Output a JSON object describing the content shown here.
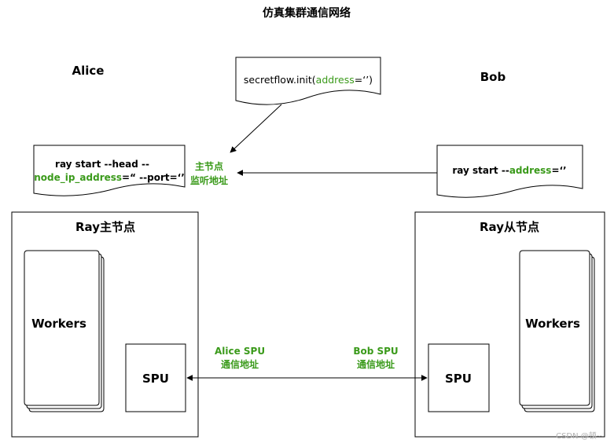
{
  "title": "仿真集群通信网络",
  "parties": {
    "alice": "Alice",
    "bob": "Bob"
  },
  "init_box": {
    "prefix": "secretflow.init(",
    "keyword": "address",
    "suffix": "=‘’)"
  },
  "alice_cmd": {
    "line1": "ray start --head --",
    "keyword": "node_ip_address",
    "middle": "=“ --port=‘’"
  },
  "bob_cmd": {
    "prefix": "ray start --",
    "keyword": "address",
    "suffix": "=‘’"
  },
  "head_listen_label": {
    "line1": "主节点",
    "line2": "监听地址"
  },
  "alice_node": {
    "title": "Ray主节点",
    "workers": "Workers",
    "spu": "SPU"
  },
  "bob_node": {
    "title": "Ray从节点",
    "workers": "Workers",
    "spu": "SPU"
  },
  "alice_spu_label": {
    "line1": "Alice SPU",
    "line2": "通信地址"
  },
  "bob_spu_label": {
    "line1": "Bob SPU",
    "line2": "通信地址"
  },
  "watermark": "CSDN @顿--",
  "colors": {
    "accent_green": "#3a9a1a",
    "stroke": "#000000",
    "text": "#000000"
  }
}
